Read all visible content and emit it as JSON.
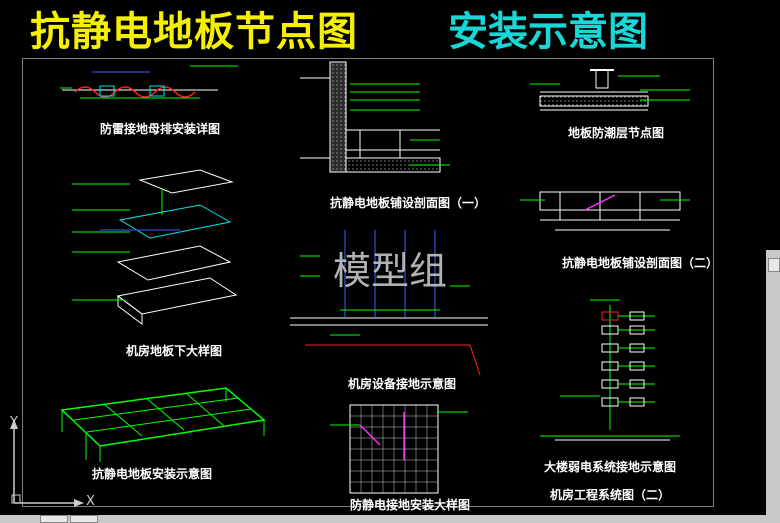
{
  "title": {
    "main": "抗静电地板节点图",
    "accent": "安装示意图"
  },
  "captions": {
    "grounding_busbar": "防雷接地母排安装详图",
    "moisture_layer": "地板防潮层节点图",
    "section_1": "抗静电地板铺设剖面图（一）",
    "section_2": "抗静电地板铺设剖面图（二）",
    "floor_detail": "机房地板下大样图",
    "equipment_grounding": "机房设备接地示意图",
    "weak_current_grounding": "大楼弱电系统接地示意图",
    "install_schematic": "抗静电地板安装示意图",
    "antistatic_grounding_detail": "防静电接地安装大样图",
    "engineering_system": "机房工程系统图（二）"
  },
  "watermark": "模型组",
  "ucs": {
    "x_label": "X",
    "y_label": "Y"
  },
  "colors": {
    "title_yellow": "#f5f000",
    "title_cyan": "#19d7d7",
    "line_green": "#00ff00",
    "line_cyan": "#00e5e5",
    "line_red": "#ff2020",
    "line_blue": "#3f5fff",
    "line_magenta": "#ff30ff",
    "line_white": "#ffffff"
  }
}
